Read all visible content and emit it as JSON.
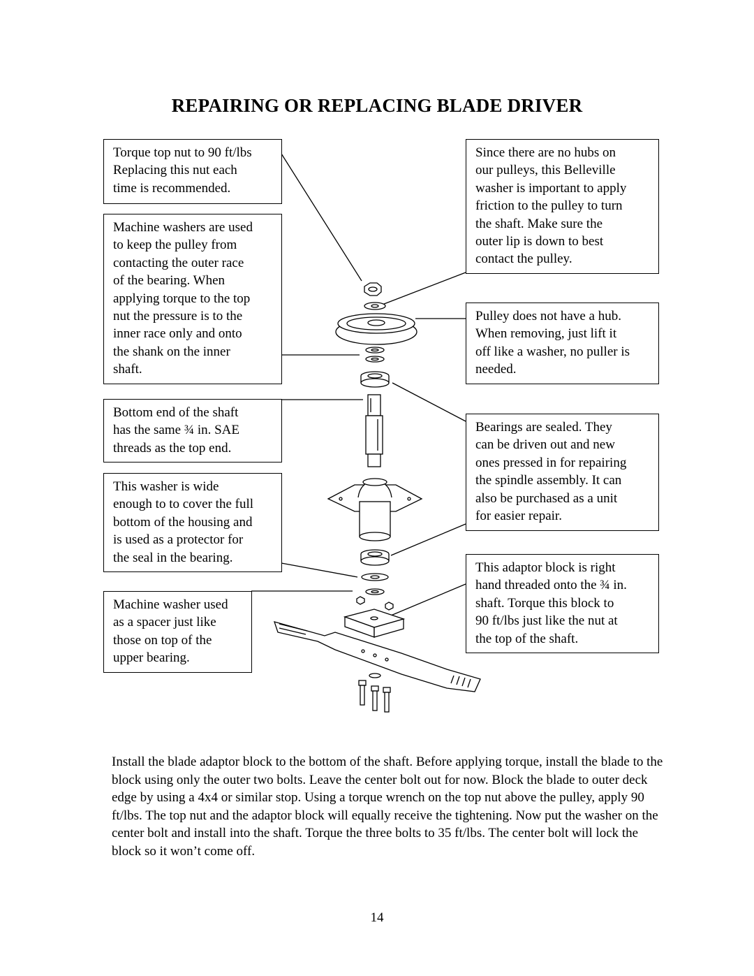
{
  "title": "REPAIRING OR REPLACING BLADE DRIVER",
  "left_callouts": [
    {
      "lines": [
        "Torque top nut to 90 ft/lbs",
        "Replacing this nut each",
        "time is recommended."
      ]
    },
    {
      "lines": [
        "Machine washers are used",
        "to keep the pulley from",
        "contacting the outer race",
        "of the bearing. When",
        "applying torque to the top",
        "nut the pressure is to the",
        "inner race only and onto",
        "the shank on the inner",
        "shaft."
      ]
    },
    {
      "lines": [
        "Bottom end of the shaft",
        "has the same ¾ in. SAE",
        "threads as the top end."
      ]
    },
    {
      "lines": [
        "This washer is wide",
        "enough to to cover the full",
        "bottom of the housing and",
        "is used as a protector for",
        "the seal in the bearing."
      ]
    },
    {
      "lines": [
        "Machine washer used",
        "as a spacer just like",
        "those on top of the",
        "upper bearing."
      ]
    }
  ],
  "right_callouts": [
    {
      "lines": [
        "Since there are no hubs on",
        "our pulleys, this Belleville",
        "washer is important to apply",
        "friction to the pulley to turn",
        "the shaft. Make sure the",
        "outer lip is down to best",
        "contact the pulley."
      ]
    },
    {
      "lines": [
        "Pulley does not have a hub.",
        "When removing, just lift it",
        "off like a washer, no puller is",
        "needed."
      ]
    },
    {
      "lines": [
        "Bearings are sealed. They",
        "can be driven out and new",
        "ones pressed in for repairing",
        "the spindle assembly. It can",
        "also be purchased as a unit",
        "for easier repair."
      ]
    },
    {
      "lines": [
        "This adaptor block is right",
        "hand threaded onto the ¾ in.",
        "shaft. Torque this block to",
        "90 ft/lbs just like the nut at",
        "the top of the shaft."
      ]
    }
  ],
  "body_text": "Install the blade adaptor block to the bottom of the shaft. Before applying torque, install the blade to the block using only the outer two bolts. Leave the center bolt out for now. Block the blade to outer deck edge by using a 4x4 or similar stop. Using a torque wrench on the top nut above the pulley, apply 90 ft/lbs. The top nut and the adaptor block will equally receive the tightening. Now put the washer on the center bolt and install into the shaft. Torque the three bolts to 35 ft/lbs. The center bolt will lock the block so it won’t come off.",
  "page_number": "14"
}
